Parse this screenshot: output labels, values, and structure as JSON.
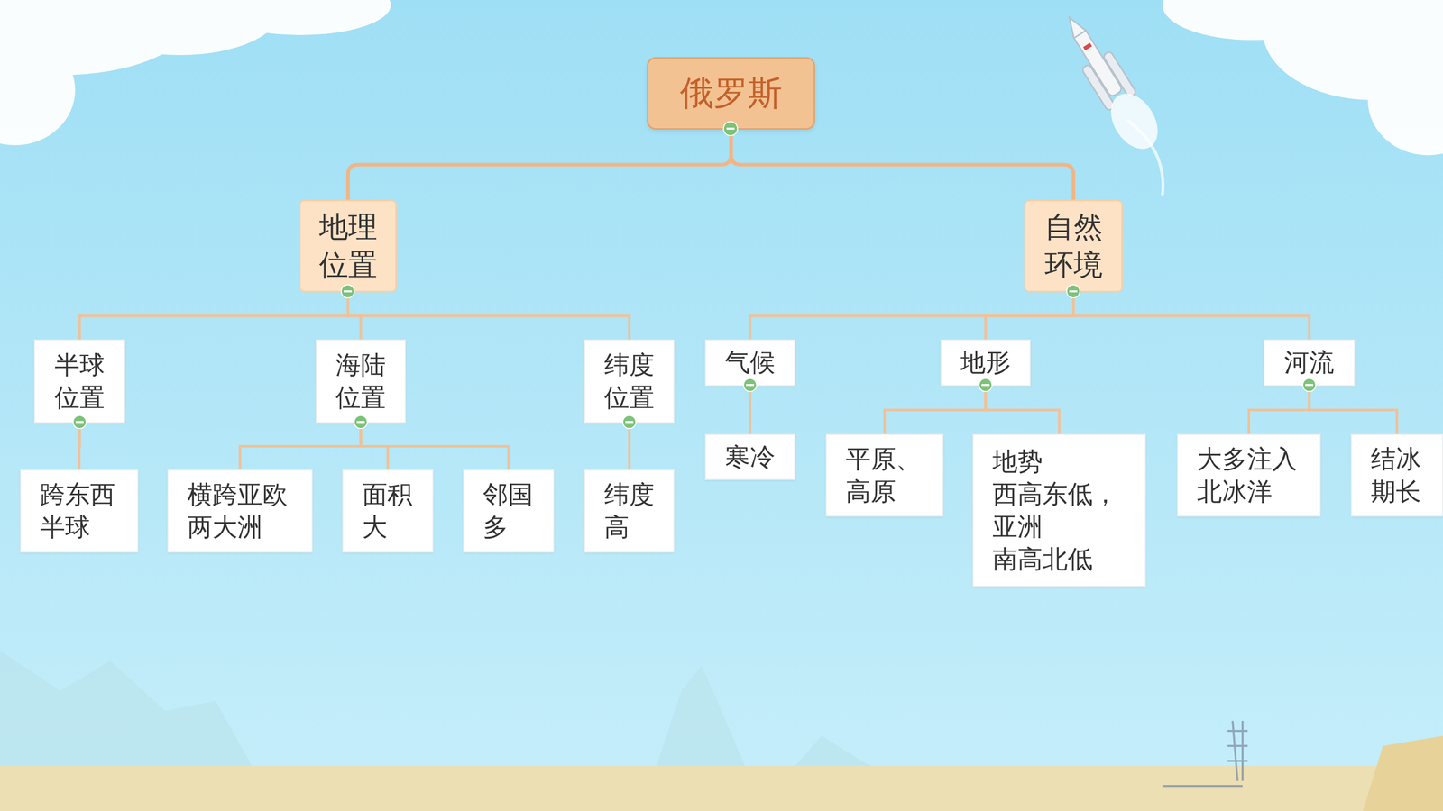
{
  "diagram": {
    "nodes": [
      {
        "text": [
          "俄罗斯"
        ]
      },
      {
        "text": [
          "地理 位置"
        ]
      },
      {
        "text": [
          "自然 环境"
        ]
      },
      {
        "text": [
          "半球 位置"
        ]
      },
      {
        "text": [
          "海陆 位置"
        ]
      },
      {
        "text": [
          "纬度 位置"
        ]
      },
      {
        "text": [
          "气候"
        ]
      },
      {
        "text": [
          "地形"
        ]
      },
      {
        "text": [
          "河流"
        ]
      },
      {
        "text": [
          "跨东西 半球"
        ]
      },
      {
        "text": [
          "横跨亚欧 两大洲"
        ]
      },
      {
        "text": [
          "面积 大"
        ]
      },
      {
        "text": [
          "邻国 多"
        ]
      },
      {
        "text": [
          "纬度 高"
        ]
      },
      {
        "text": [
          "寒冷"
        ]
      },
      {
        "text": [
          "平原、 高原"
        ]
      },
      {
        "text": [
          "地势 西高东低， 亚洲 南高北低"
        ]
      },
      {
        "text": [
          "大多注入 北冰洋"
        ]
      },
      {
        "text": [
          "结冰 期长"
        ]
      }
    ],
    "edges": [
      {
        "from": 0,
        "to": 1,
        "arrow": "none"
      },
      {
        "from": 0,
        "to": 2,
        "arrow": "none"
      },
      {
        "from": 1,
        "to": 3,
        "arrow": "none"
      },
      {
        "from": 1,
        "to": 4,
        "arrow": "none"
      },
      {
        "from": 1,
        "to": 5,
        "arrow": "none"
      },
      {
        "from": 2,
        "to": 6,
        "arrow": "none"
      },
      {
        "from": 2,
        "to": 7,
        "arrow": "none"
      },
      {
        "from": 2,
        "to": 8,
        "arrow": "none"
      },
      {
        "from": 3,
        "to": 9,
        "arrow": "none"
      },
      {
        "from": 4,
        "to": 10,
        "arrow": "none"
      },
      {
        "from": 4,
        "to": 11,
        "arrow": "none"
      },
      {
        "from": 4,
        "to": 12,
        "arrow": "none"
      },
      {
        "from": 5,
        "to": 13,
        "arrow": "none"
      },
      {
        "from": 6,
        "to": 14,
        "arrow": "none"
      },
      {
        "from": 7,
        "to": 15,
        "arrow": "none"
      },
      {
        "from": 7,
        "to": 16,
        "arrow": "none"
      },
      {
        "from": 8,
        "to": 17,
        "arrow": "none"
      },
      {
        "from": 8,
        "to": 18,
        "arrow": "none"
      }
    ]
  }
}
